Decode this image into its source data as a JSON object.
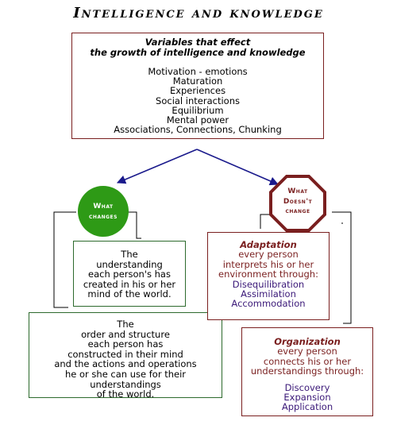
{
  "title": "Intelligence and knowledge",
  "variables_box": {
    "heading_line1": "Variables that effect",
    "heading_line2": "the growth of intelligence and knowledge",
    "items": [
      "Motivation - emotions",
      "Maturation",
      "Experiences",
      "Social interactions",
      "Equilibrium",
      "Mental power",
      "Associations, Connections, Chunking"
    ]
  },
  "what_changes": {
    "line1": "What",
    "line2": "changes"
  },
  "what_doesnt_change": {
    "line1": "What",
    "line2": "Doesn't",
    "line3": "change"
  },
  "understanding_box": {
    "lines": [
      "The",
      "understanding",
      "each person's has",
      "created in his or her",
      "mind of the world."
    ]
  },
  "order_box": {
    "lines": [
      "The",
      "order and structure",
      "each person has",
      "constructed in their mind",
      "and the actions and operations",
      "he or she can use for their",
      "understandings",
      "of the world."
    ]
  },
  "adaptation_box": {
    "heading": "Adaptation",
    "lines": [
      "every person",
      "interprets his or her",
      "environment through:"
    ],
    "items": [
      "Disequilibration",
      "Assimilation",
      "Accommodation"
    ]
  },
  "organization_box": {
    "heading": "Organization",
    "lines": [
      "every person",
      "connects his or her",
      "understandings through:"
    ],
    "items": [
      "Discovery",
      "Expansion",
      "Application"
    ]
  },
  "colors": {
    "green": "#2e9a16",
    "dark_red": "#7a1f1f",
    "navy": "#1a1a8c",
    "purple": "#3a1878"
  }
}
